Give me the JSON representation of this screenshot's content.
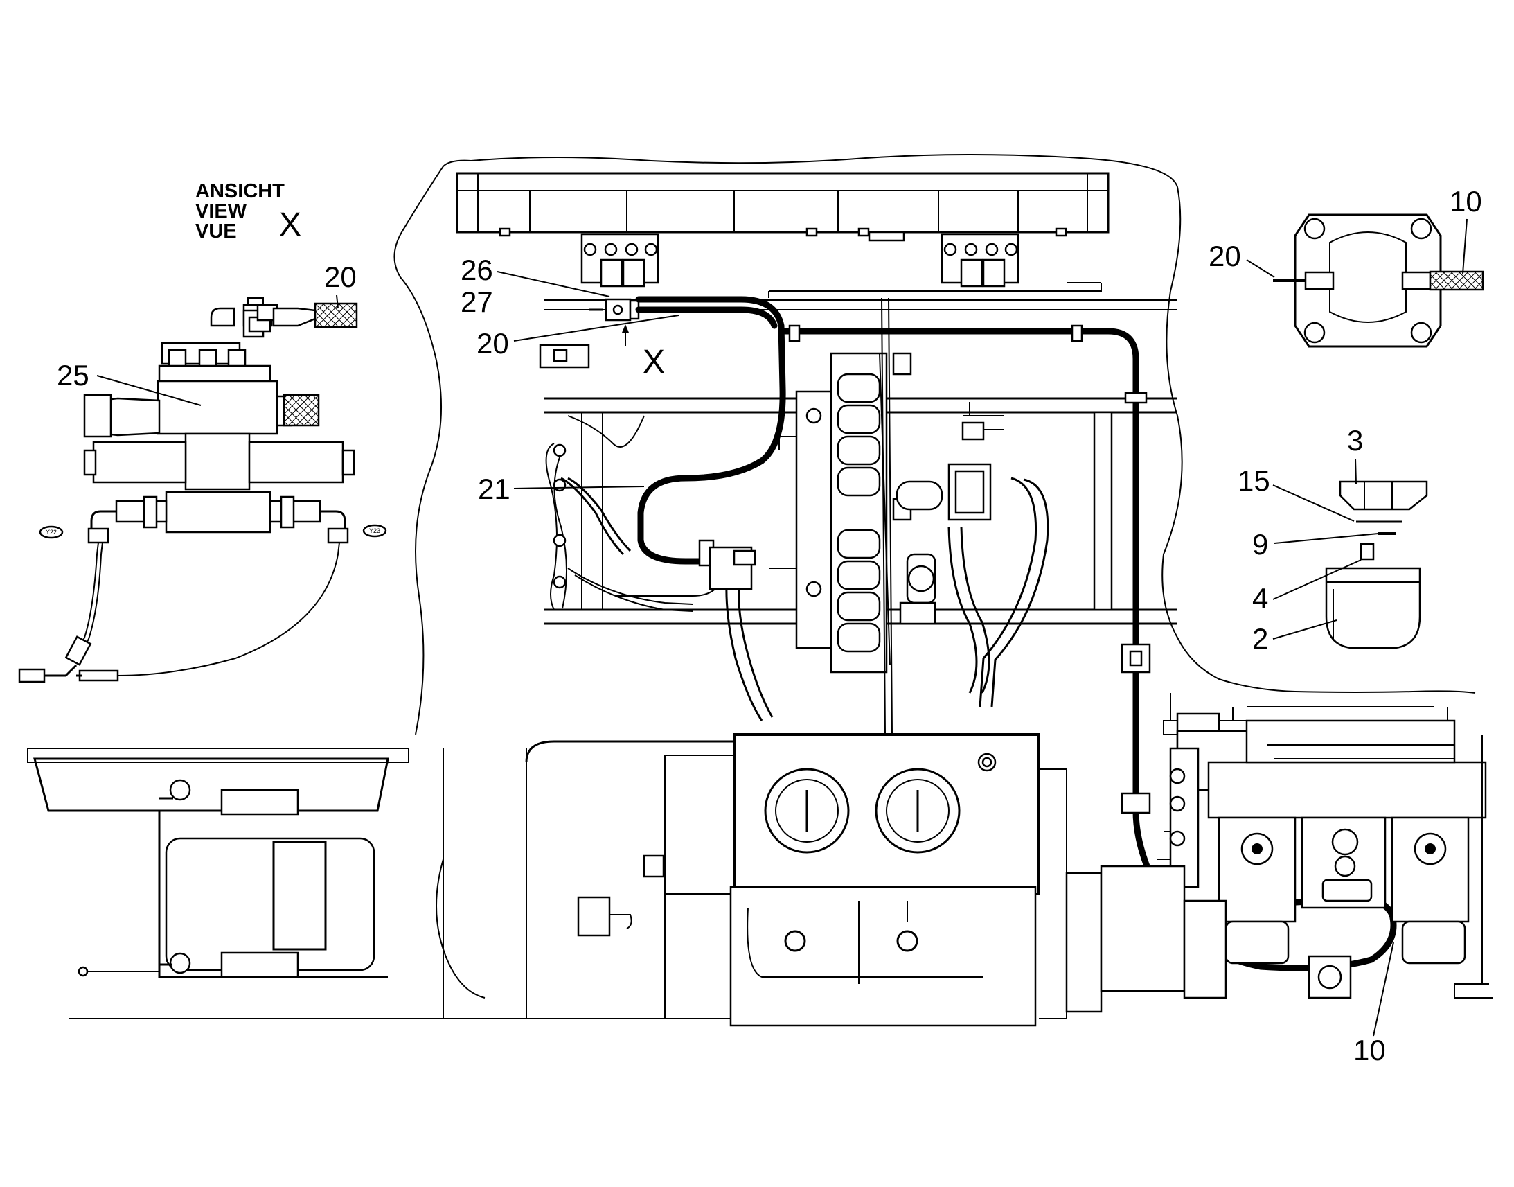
{
  "view_caption": {
    "line1": "ANSICHT",
    "line2": "VIEW",
    "line3": "VUE",
    "marker": "X"
  },
  "view_arrow_marker": "X",
  "connector_tags": {
    "left": "Y22",
    "right": "Y23"
  },
  "callouts": {
    "detail_hose": "20",
    "detail_valve": "25",
    "frame_fitting_a": "26",
    "frame_fitting_b": "27",
    "frame_hose": "20",
    "frame_hose_long": "21",
    "flange_hose_left": "20",
    "flange_hose_right": "10",
    "filter_cap": "3",
    "filter_gasket": "15",
    "filter_ring": "9",
    "filter_insert": "4",
    "filter_bowl": "2",
    "pump_hose": "10"
  }
}
